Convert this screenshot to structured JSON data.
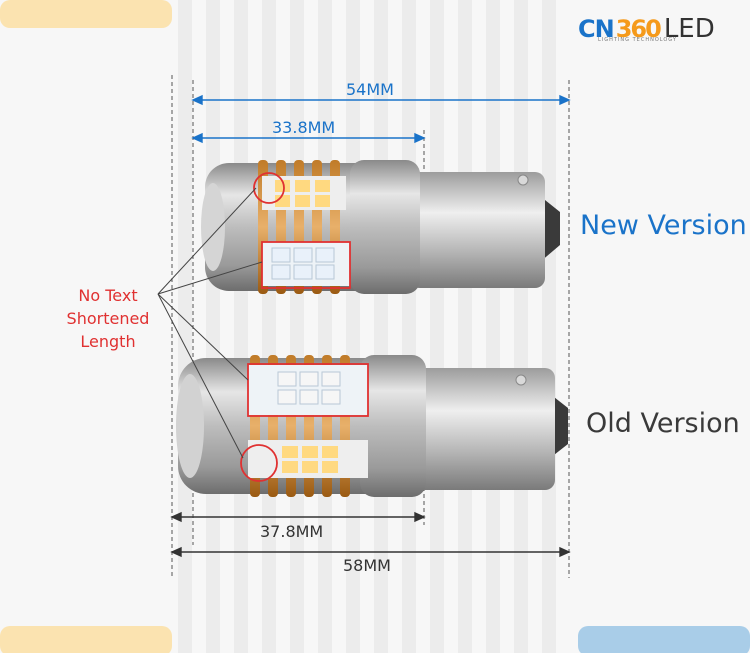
{
  "brand": {
    "main": "CN",
    "number": "360",
    "suffix": "LED",
    "tagline": "LIGHTING TECHNOLOGY"
  },
  "labels": {
    "new_version": "New Version",
    "old_version": "Old Version"
  },
  "callout": {
    "line1": "No Text",
    "line2": "Shortened Length"
  },
  "dimensions": {
    "new_total": "54MM",
    "new_body": "33.8MM",
    "old_body": "37.8MM",
    "old_total": "58MM"
  },
  "colors": {
    "accent_blue": "#1a73c9",
    "callout_red": "#e03131",
    "brand_orange": "#f59a1b",
    "stripe_yellow": "#fbe3b0",
    "stripe_blue": "#a9cde8"
  }
}
